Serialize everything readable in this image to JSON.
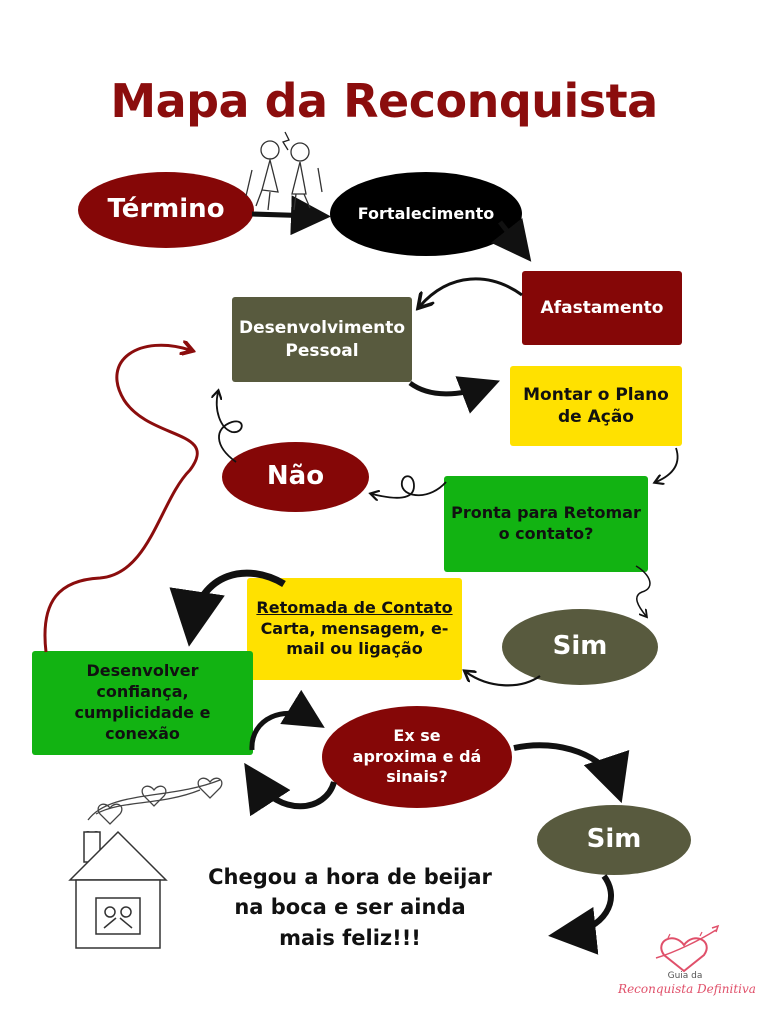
{
  "title": "Mapa da Reconquista",
  "colors": {
    "maroon": "#850707",
    "black": "#000000",
    "olive": "#585a3e",
    "yellow": "#ffe100",
    "green": "#12b312",
    "title": "#8b0d0d",
    "logo": "#e0506a"
  },
  "nodes": {
    "termino": "Término",
    "fortalecimento": "Fortalecimento",
    "afastamento": "Afastamento",
    "desenvolvimento": "Desenvolvimento Pessoal",
    "montar_plano": "Montar o Plano de Ação",
    "nao": "Não",
    "pronta": "Pronta para Retomar o contato?",
    "retomada_title": "Retomada de Contato",
    "retomada_body": "Carta, mensagem, e-mail ou ligação",
    "sim1": "Sim",
    "desenvolver": "Desenvolver confiança, cumplicidade e conexão",
    "ex_aproxima": "Ex se aproxima e dá sinais?",
    "sim2": "Sim"
  },
  "closing": "Chegou a hora de beijar na boca e ser ainda mais feliz!!!",
  "logo": {
    "line1": "Guia da",
    "line2": "Reconquista Definitiva"
  },
  "icons": [
    "couple-kiss-icon",
    "house-icon",
    "heart-logo-icon"
  ]
}
